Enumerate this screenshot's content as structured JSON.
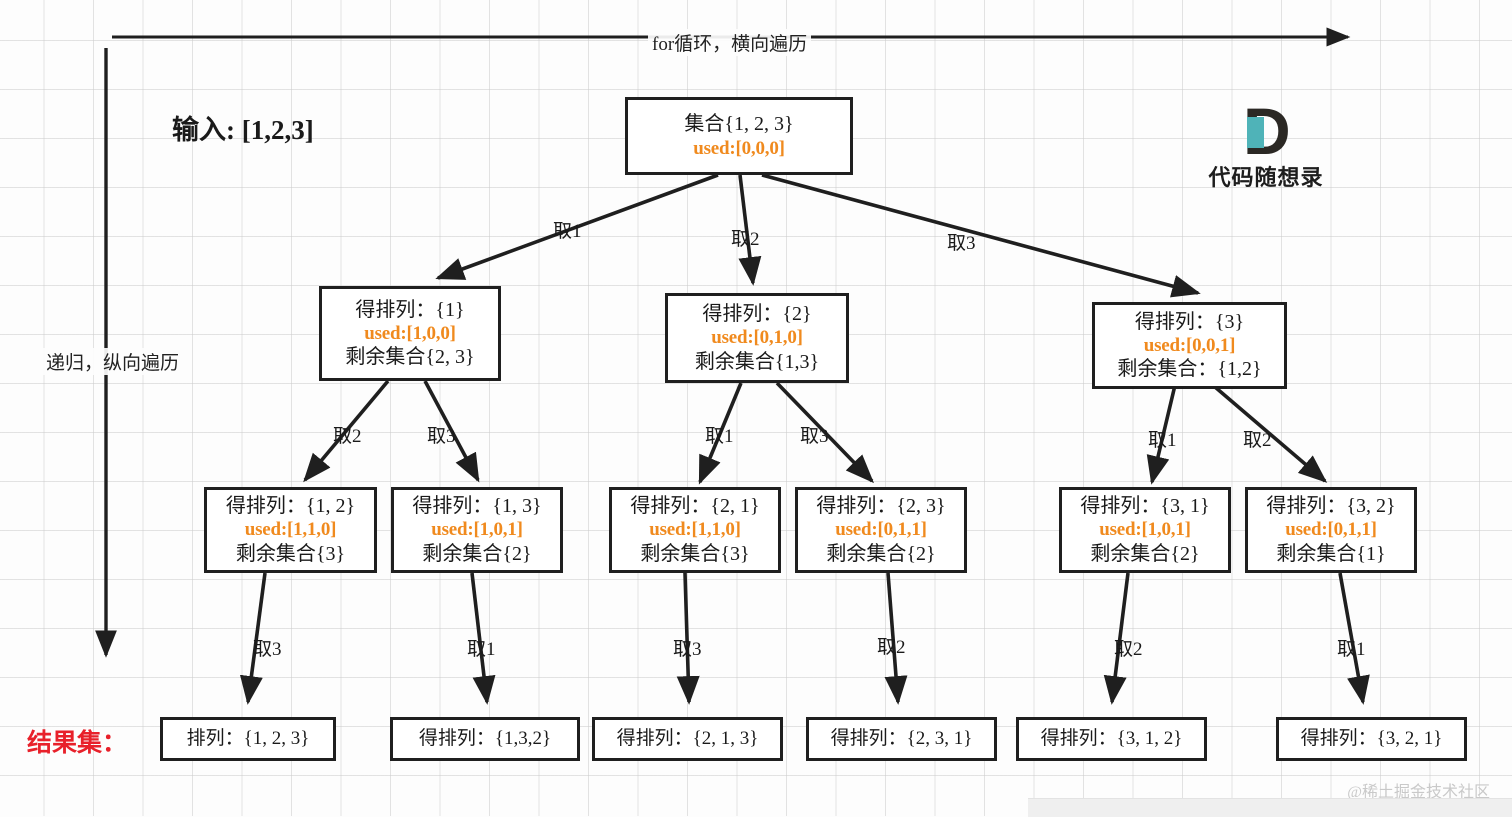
{
  "diagram": {
    "title_axis_horizontal": "for循环，横向遍历",
    "title_axis_vertical": "递归，纵向遍历",
    "input_label": "输入: [1,2,3]",
    "result_label": "结果集：",
    "watermark": "@稀土掘金技术社区",
    "colors": {
      "used_orange": "#f08a1e",
      "result_red": "#e8202a",
      "node_border": "#1f1f1f",
      "logo_teal": "#4fb3b8",
      "grid": "#cdcdcd"
    },
    "logo": {
      "letter": "D",
      "text": "代码随想录"
    }
  },
  "nodes": {
    "root": {
      "line1": "集合{1, 2, 3}",
      "used": "used:[0,0,0]"
    },
    "level1": [
      {
        "line1": "得排列：{1}",
        "used": "used:[1,0,0]",
        "line3": "剩余集合{2, 3}"
      },
      {
        "line1": "得排列：{2}",
        "used": "used:[0,1,0]",
        "line3": "剩余集合{1,3}"
      },
      {
        "line1": "得排列：{3}",
        "used": "used:[0,0,1]",
        "line3": "剩余集合：{1,2}"
      }
    ],
    "level2": [
      {
        "line1": "得排列：{1, 2}",
        "used": "used:[1,1,0]",
        "line3": "剩余集合{3}"
      },
      {
        "line1": "得排列：{1, 3}",
        "used": "used:[1,0,1]",
        "line3": "剩余集合{2}"
      },
      {
        "line1": "得排列：{2, 1}",
        "used": "used:[1,1,0]",
        "line3": "剩余集合{3}"
      },
      {
        "line1": "得排列：{2, 3}",
        "used": "used:[0,1,1]",
        "line3": "剩余集合{2}"
      },
      {
        "line1": "得排列：{3, 1}",
        "used": "used:[1,0,1]",
        "line3": "剩余集合{2}"
      },
      {
        "line1": "得排列：{3, 2}",
        "used": "used:[0,1,1]",
        "line3": "剩余集合{1}"
      }
    ],
    "leaves": [
      {
        "text": "排列：{1, 2, 3}"
      },
      {
        "text": "得排列：{1,3,2}"
      },
      {
        "text": "得排列：{2, 1, 3}"
      },
      {
        "text": "得排列：{2, 3, 1}"
      },
      {
        "text": "得排列：{3, 1, 2}"
      },
      {
        "text": "得排列：{3, 2, 1}"
      }
    ]
  },
  "edge_labels": {
    "level1": [
      "取1",
      "取2",
      "取3"
    ],
    "level2": [
      "取2",
      "取3",
      "取1",
      "取3",
      "取1",
      "取2"
    ],
    "level3": [
      "取3",
      "取1",
      "取3",
      "取2",
      "取2",
      "取1"
    ]
  }
}
